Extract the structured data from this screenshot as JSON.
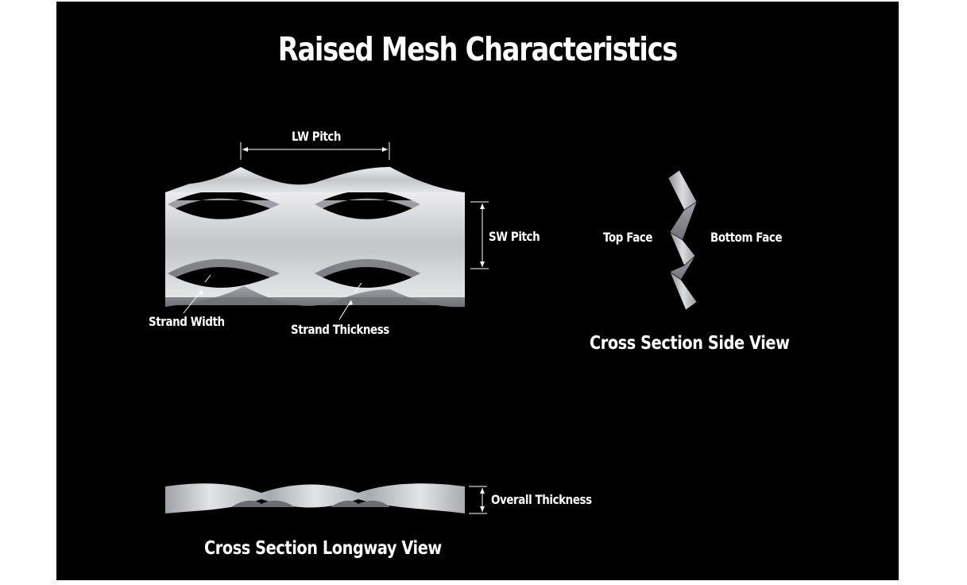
{
  "title": "Raised Mesh Characteristics",
  "labels": {
    "lw_pitch": "LW Pitch",
    "sw_pitch": "SW Pitch",
    "strand_width": "Strand Width",
    "strand_thickness": "Strand Thickness",
    "top_face": "Top Face",
    "bottom_face": "Bottom Face",
    "overall_thickness": "Overall Thickness"
  },
  "views": {
    "side_view": "Cross Section Side View",
    "longway_view": "Cross Section Longway View"
  },
  "colors": {
    "background": "#000000",
    "text": "#ffffff",
    "metal_light": "#d9dadc",
    "metal_dark": "#8e9095"
  }
}
